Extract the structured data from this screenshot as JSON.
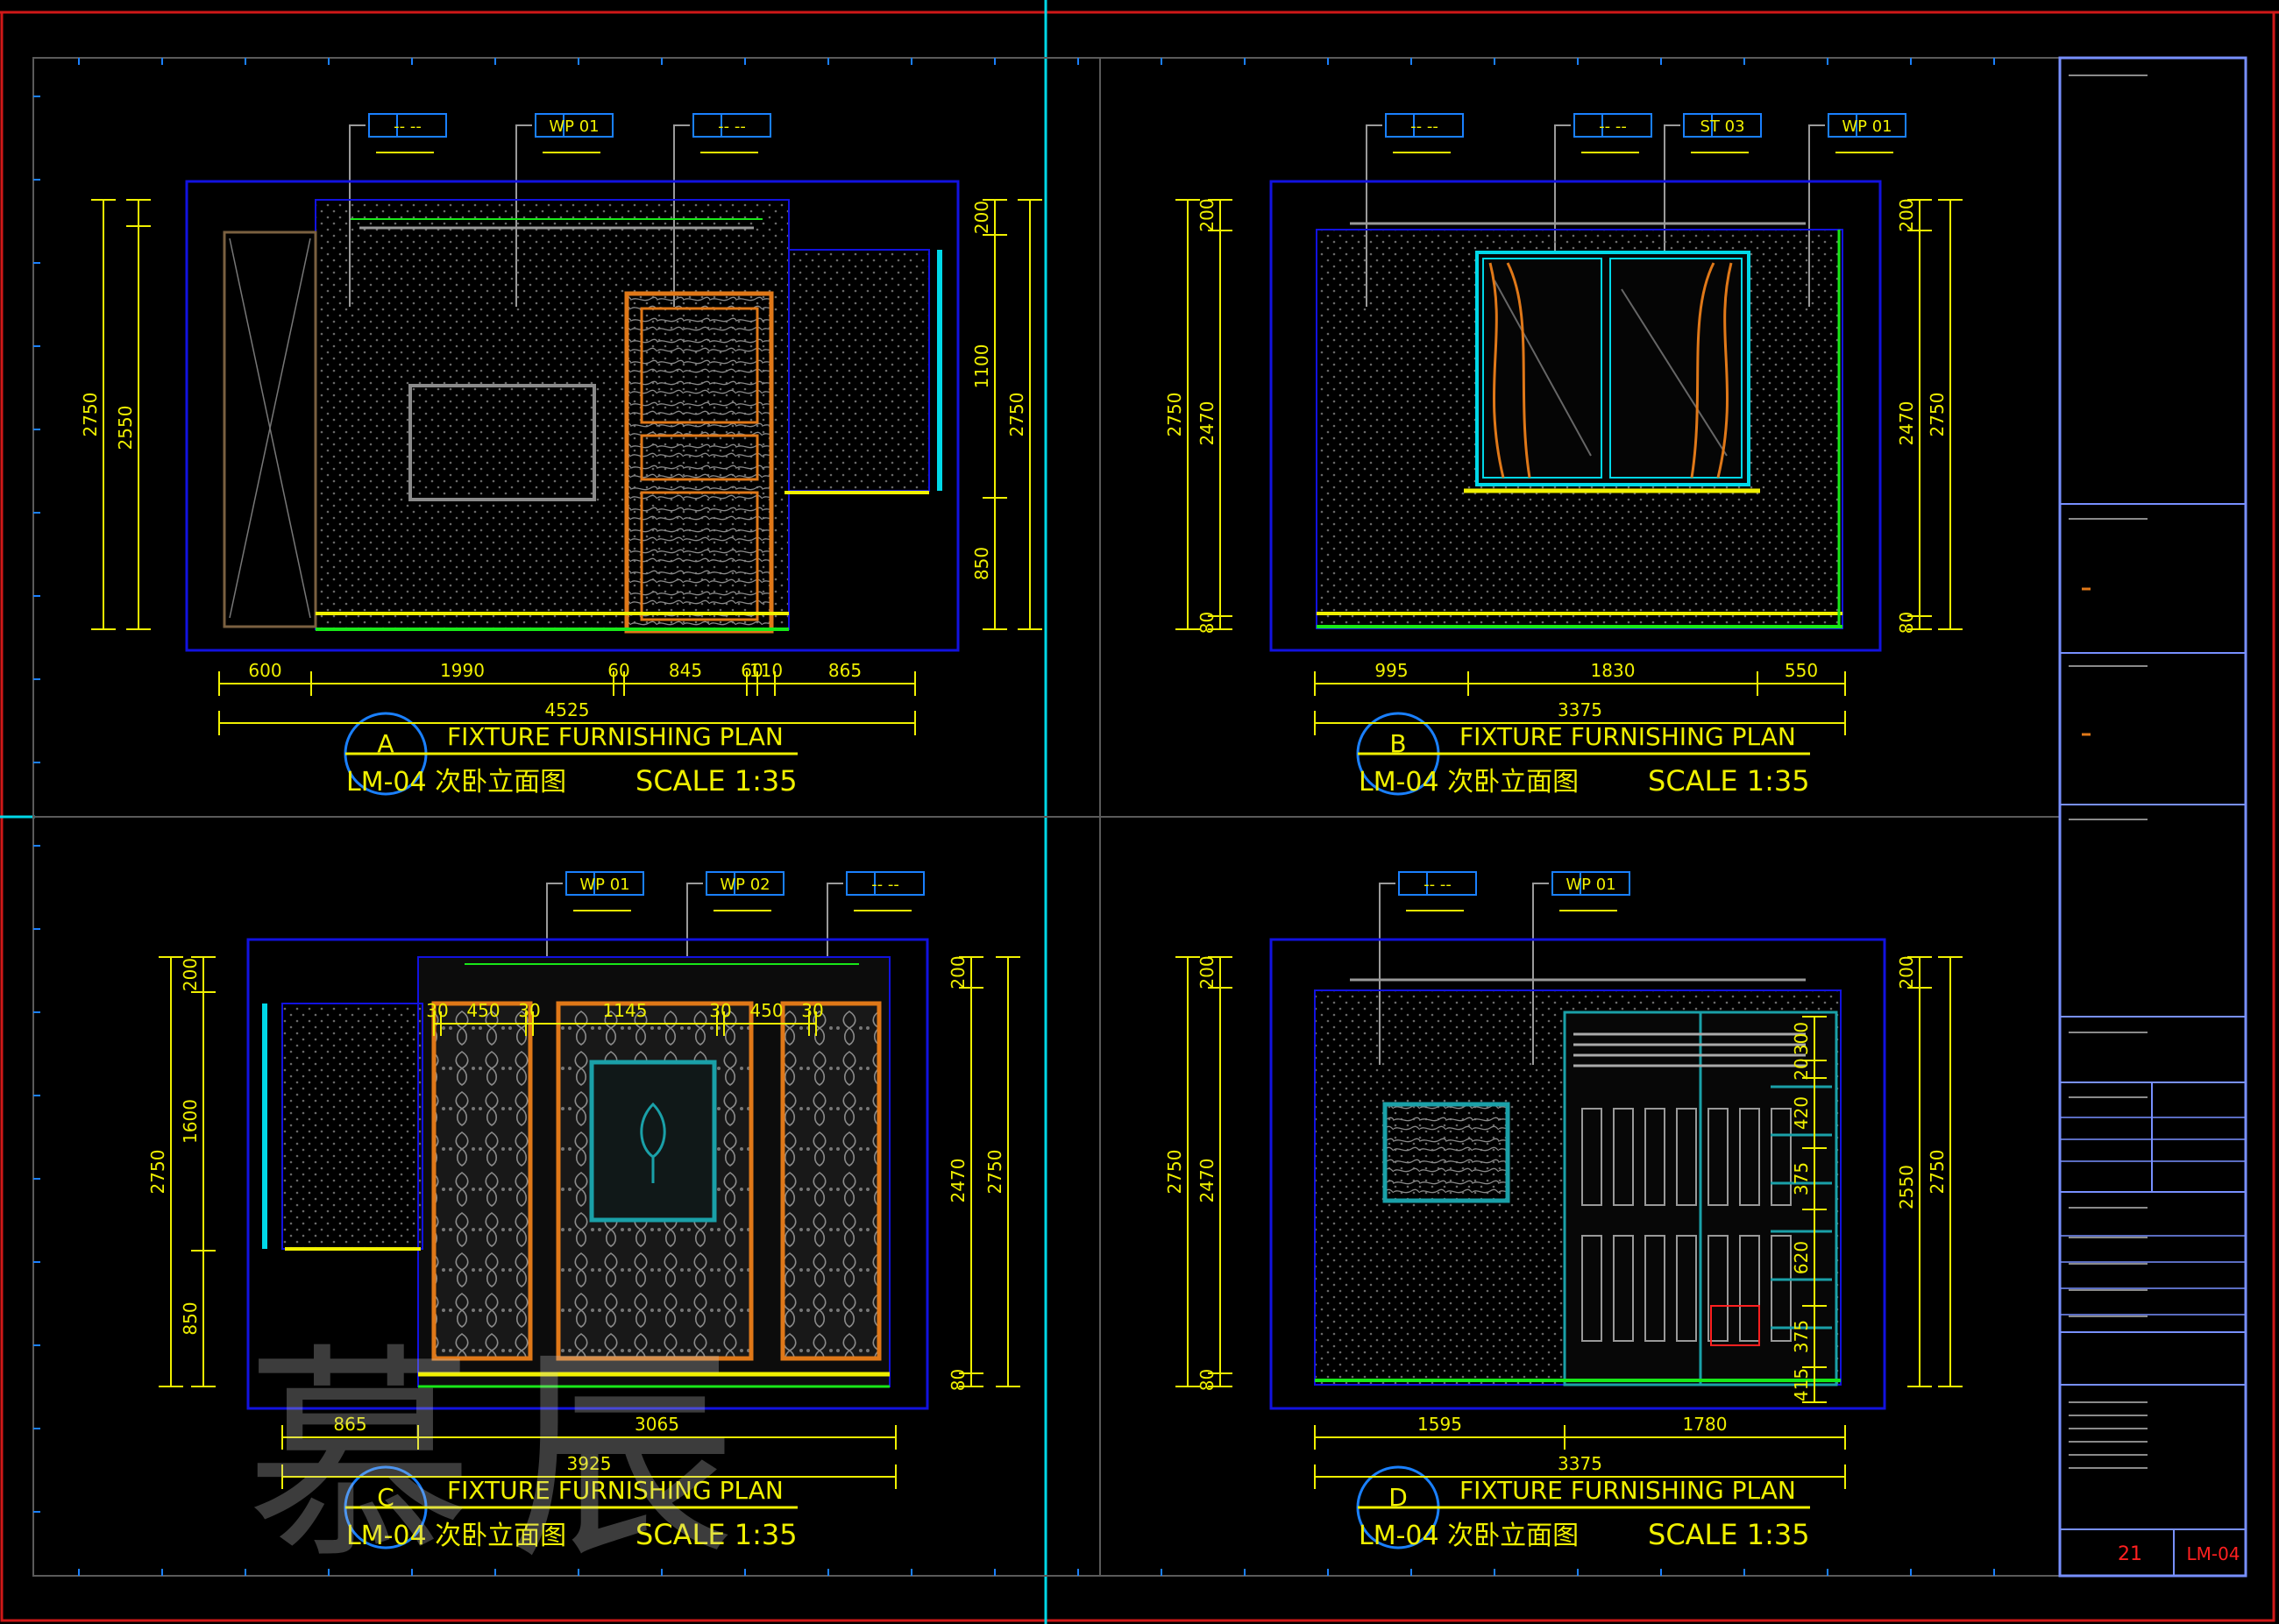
{
  "colors": {
    "background": "#000000",
    "frame_red": "#d01818",
    "grid_gray": "#5a5a5a",
    "cyan": "#00d8e8",
    "blue": "#1212e0",
    "yellow": "#f0f000",
    "green": "#18e818",
    "orange": "#e07818",
    "tag_blue": "#1a80ff",
    "title_block": "#7890ff",
    "red_text": "#ff2020"
  },
  "watermark": "慕辰",
  "panels": [
    {
      "id": "A",
      "letter": "A",
      "title_en": "FIXTURE FURNISHING PLAN",
      "title_cn": "LM-04 次卧立面图",
      "scale": "SCALE 1:35",
      "tags": [
        {
          "code": "-- --"
        },
        {
          "code": "WP 01"
        },
        {
          "code": "-- --"
        }
      ],
      "dims_bottom": [
        "600",
        "1990",
        "60",
        "845",
        "60",
        "110",
        "865"
      ],
      "dim_total": "4525",
      "dims_left": [
        "2750",
        "2550",
        "200"
      ],
      "dims_right": [
        "200",
        "1100",
        "2750",
        "850"
      ]
    },
    {
      "id": "B",
      "letter": "B",
      "title_en": "FIXTURE FURNISHING PLAN",
      "title_cn": "LM-04 次卧立面图",
      "scale": "SCALE 1:35",
      "tags": [
        {
          "code": "-- --"
        },
        {
          "code": "-- --"
        },
        {
          "code": "ST 03"
        },
        {
          "code": "WP 01"
        }
      ],
      "dims_bottom": [
        "995",
        "1830",
        "550"
      ],
      "dim_total": "3375",
      "dims_left": [
        "2750",
        "2470",
        "200",
        "80"
      ],
      "dims_right": [
        "200",
        "2470",
        "2750",
        "80"
      ]
    },
    {
      "id": "C",
      "letter": "C",
      "title_en": "FIXTURE FURNISHING PLAN",
      "title_cn": "LM-04 次卧立面图",
      "scale": "SCALE 1:35",
      "tags": [
        {
          "code": "WP 01"
        },
        {
          "code": "WP 02"
        },
        {
          "code": "-- --"
        }
      ],
      "dims_bottom": [
        "865",
        "3065"
      ],
      "dim_total": "3925",
      "dims_left": [
        "2750",
        "1600",
        "850",
        "200"
      ],
      "dims_right": [
        "200",
        "2470",
        "2750",
        "80"
      ],
      "inner_dims": [
        "30",
        "450",
        "30",
        "1145",
        "30",
        "450",
        "30"
      ]
    },
    {
      "id": "D",
      "letter": "D",
      "title_en": "FIXTURE FURNISHING PLAN",
      "title_cn": "LM-04 次卧立面图",
      "scale": "SCALE 1:35",
      "tags": [
        {
          "code": "-- --"
        },
        {
          "code": "WP 01"
        }
      ],
      "dims_bottom": [
        "1595",
        "1780"
      ],
      "dim_total": "3375",
      "dims_left": [
        "2750",
        "2470",
        "200",
        "80"
      ],
      "dims_right": [
        "200",
        "2550",
        "2750"
      ],
      "cabinet_dims": [
        "300",
        "20",
        "420",
        "375",
        "620",
        "375",
        "415"
      ]
    }
  ],
  "title_block": {
    "sheet_number": "21",
    "drawing_code": "LM-04"
  }
}
